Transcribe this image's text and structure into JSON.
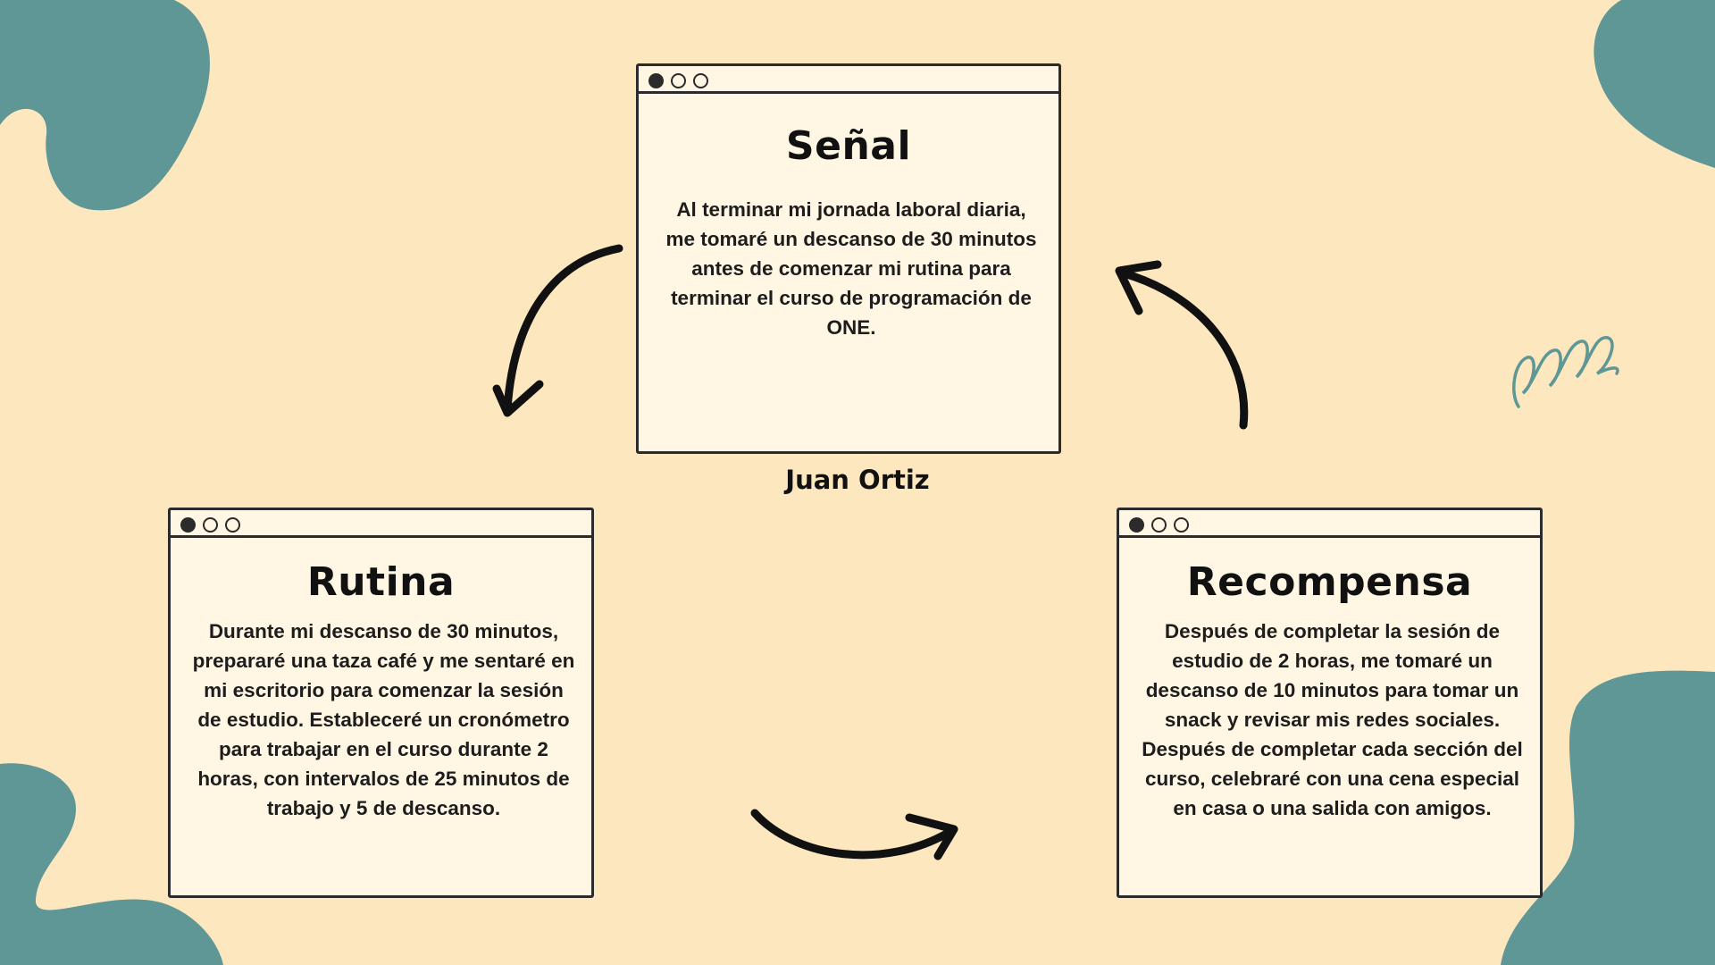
{
  "colors": {
    "background": "#fde7bf",
    "card": "#fff6e4",
    "blob": "#5f9796",
    "ink": "#2b2b2b"
  },
  "cards": {
    "senal": {
      "title": "Señal",
      "body": "Al terminar mi jornada laboral diaria, me tomaré un descanso de 30 minutos antes de comenzar mi rutina para terminar el curso de programación de ONE."
    },
    "rutina": {
      "title": "Rutina",
      "body": "Durante mi descanso de 30 minutos, prepararé una taza café y me sentaré en mi escritorio para comenzar la sesión de estudio. Estableceré un cronómetro para trabajar en el curso durante 2 horas, con intervalos de 25 minutos de trabajo y 5 de descanso."
    },
    "recompensa": {
      "title": "Recompensa",
      "body": "Después de completar la sesión de estudio de 2 horas, me tomaré un descanso de 10 minutos para tomar un snack y revisar mis redes sociales. Después de completar cada sección del curso, celebraré con una cena especial en casa o una salida con amigos."
    }
  },
  "author": "Juan Ortiz",
  "icons": {
    "window_dots": "three-dot-window-icon",
    "arrows": "curved-arrow-icon",
    "squiggle": "squiggle-decoration-icon",
    "blobs": "blob-decoration"
  }
}
